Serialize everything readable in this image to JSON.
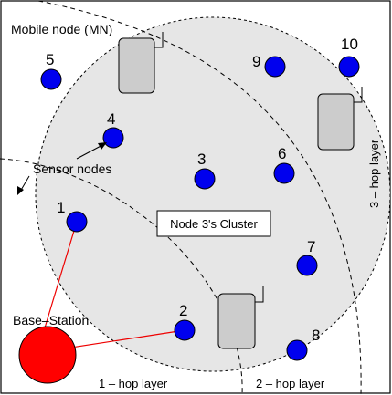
{
  "labels": {
    "mobile_node": "Mobile node (MN)",
    "sensor_nodes": "Sensor nodes",
    "cluster": "Node 3's Cluster",
    "base_station": "Base–Station",
    "hop1": "1 – hop layer",
    "hop2": "2 – hop layer",
    "hop3": "3 – hop layer"
  },
  "nodes": [
    "1",
    "2",
    "3",
    "4",
    "5",
    "6",
    "7",
    "8",
    "9",
    "10"
  ],
  "colors": {
    "sensor_fill": "#0000ee",
    "base_station_fill": "#ff0000",
    "cluster_fill": "#e6e6e6",
    "mobile_fill": "#cccccc",
    "link": "#ee0000"
  }
}
